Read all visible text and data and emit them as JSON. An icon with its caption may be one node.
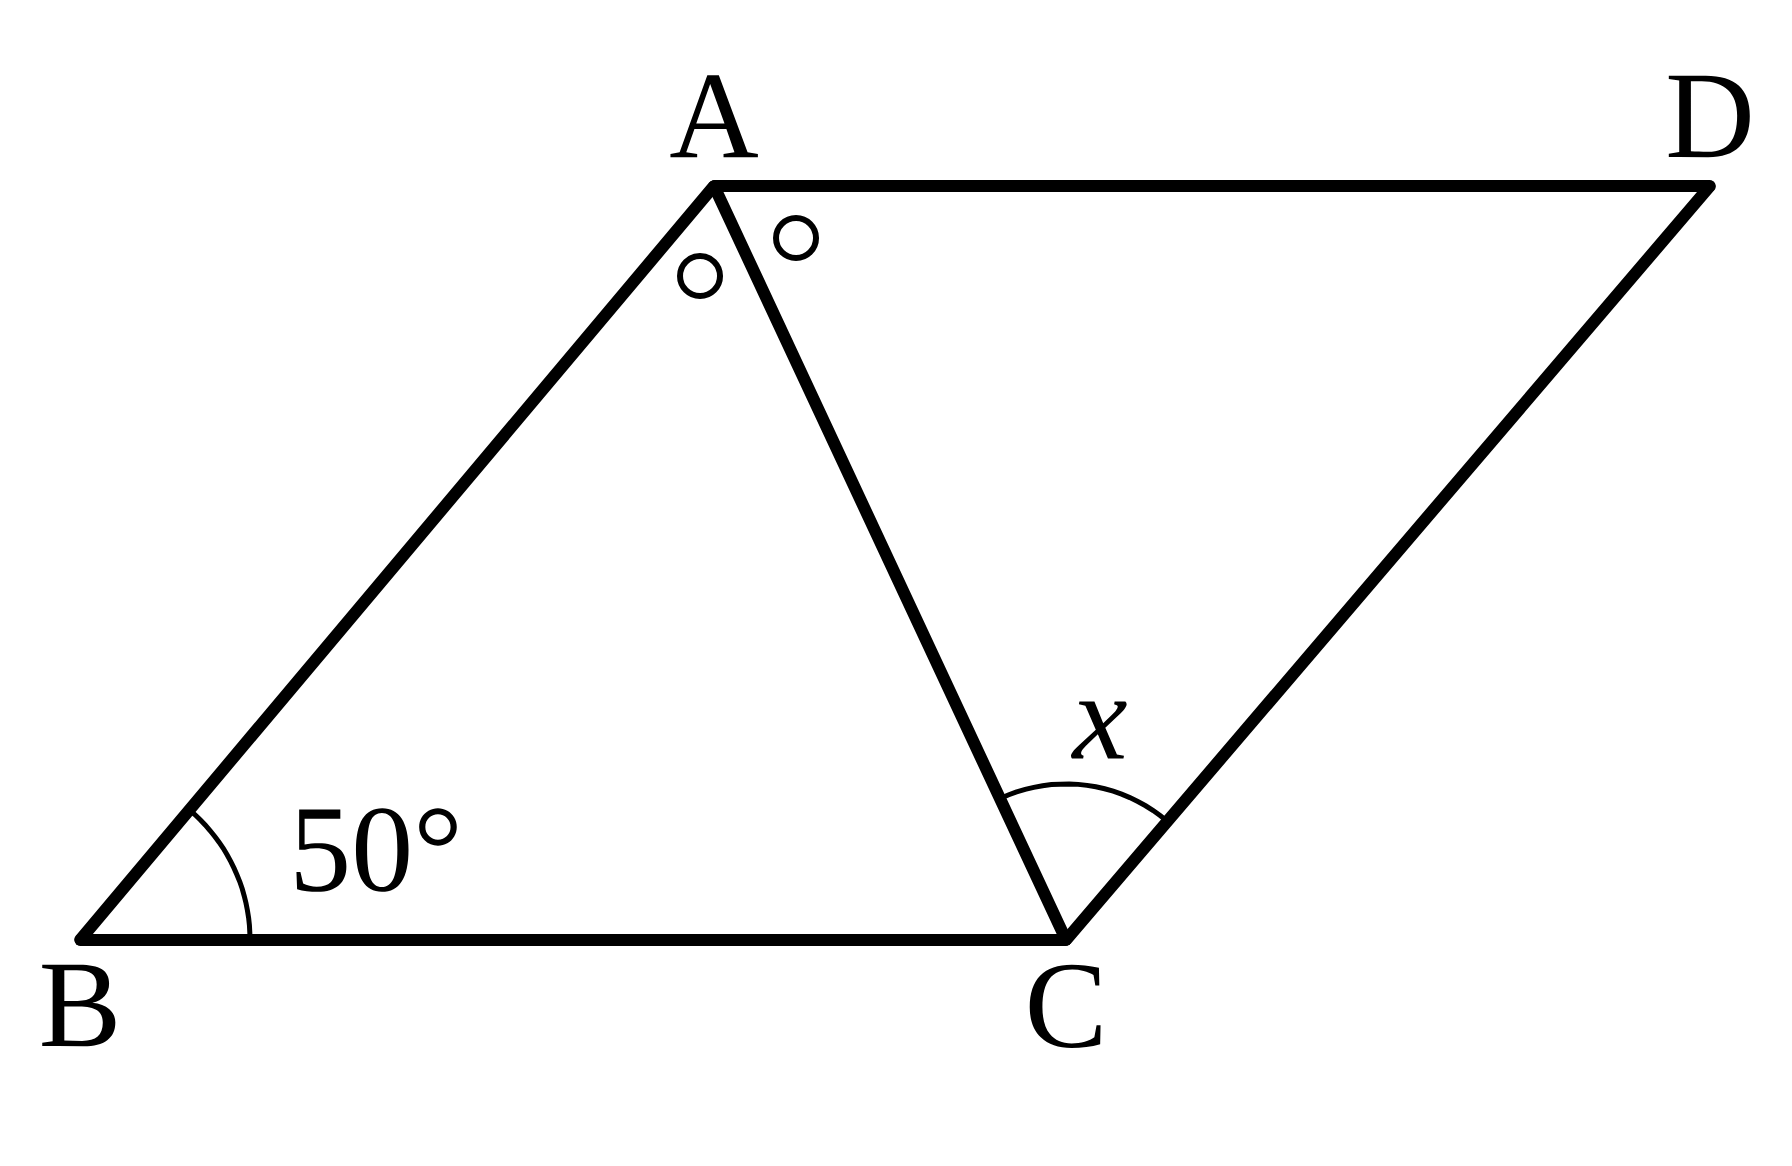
{
  "diagram": {
    "nodes": [
      {
        "text": [
          "A"
        ]
      },
      {
        "text": [
          "B"
        ]
      },
      {
        "text": [
          "C"
        ]
      },
      {
        "text": [
          "D"
        ]
      }
    ],
    "edges": [
      {
        "from": 0,
        "to": 1,
        "arrow": "none"
      },
      {
        "from": 1,
        "to": 2,
        "arrow": "none"
      },
      {
        "from": 2,
        "to": 3,
        "arrow": "none"
      },
      {
        "from": 0,
        "to": 3,
        "arrow": "none"
      },
      {
        "from": 0,
        "to": 2,
        "arrow": "none"
      }
    ],
    "labels": [
      "50°",
      "x"
    ]
  }
}
